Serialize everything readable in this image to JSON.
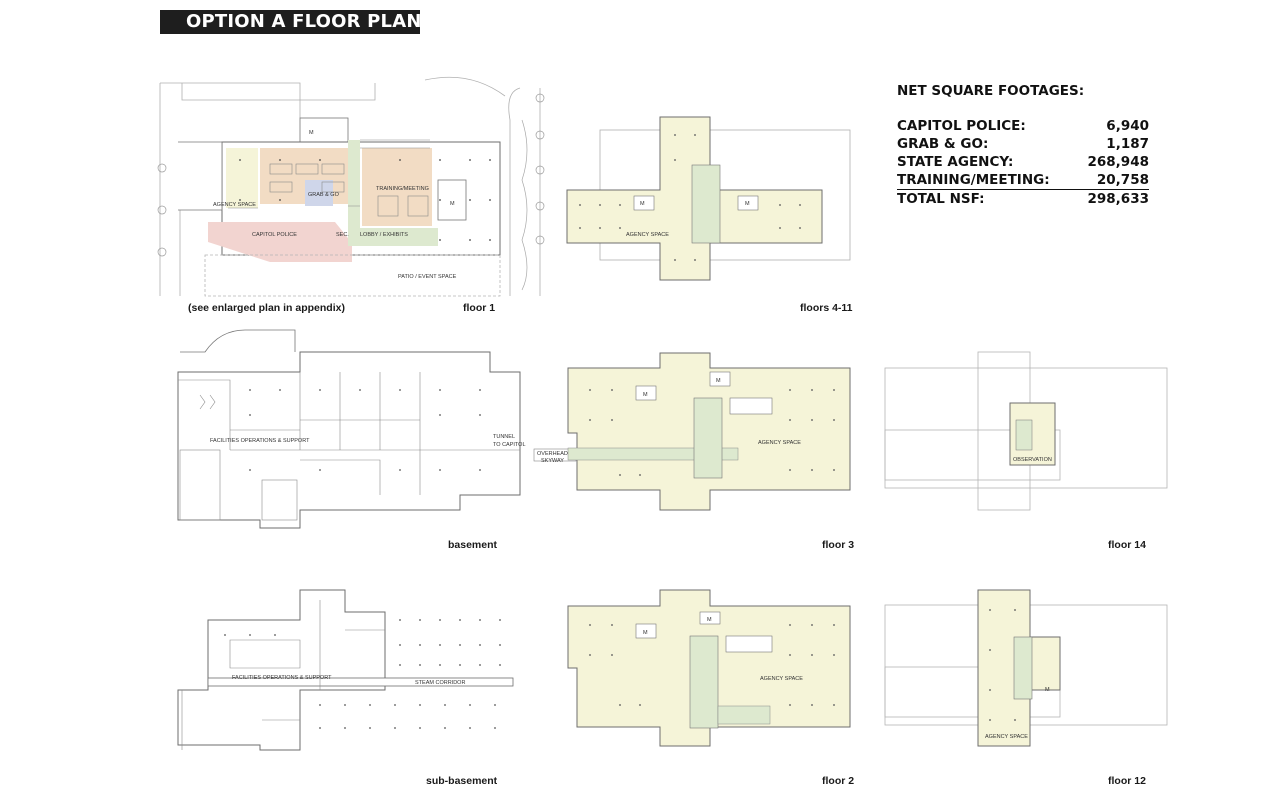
{
  "header": {
    "title": "OPTION A FLOOR PLANS"
  },
  "plans": {
    "floor1": {
      "caption": "floor 1",
      "note": "(see enlarged plan in appendix)",
      "labels": {
        "agency_space": "AGENCY SPACE",
        "capitol_police": "CAPITOL POLICE",
        "grab_go": "GRAB & GO",
        "training_meeting": "TRAINING/MEETING",
        "sec": "SEC.",
        "lobby_exhibits": "LOBBY / EXHIBITS",
        "patio": "PATIO / EVENT SPACE",
        "m": "M"
      }
    },
    "floors_4_11": {
      "caption": "floors 4-11",
      "labels": {
        "agency_space": "AGENCY SPACE",
        "m": "M"
      }
    },
    "basement": {
      "caption": "basement",
      "labels": {
        "facilities": "FACILITIES OPERATIONS & SUPPORT",
        "tunnel_1": "TUNNEL",
        "tunnel_2": "TO CAPITOL"
      }
    },
    "floor3": {
      "caption": "floor 3",
      "labels": {
        "agency_space": "AGENCY SPACE",
        "skyway_1": "OVERHEAD",
        "skyway_2": "SKYWAY",
        "m": "M"
      }
    },
    "floor14": {
      "caption": "floor 14",
      "labels": {
        "observation": "OBSERVATION"
      }
    },
    "sub_basement": {
      "caption": "sub-basement",
      "labels": {
        "facilities": "FACILITIES OPERATIONS & SUPPORT",
        "steam": "STEAM CORRIDOR"
      }
    },
    "floor2": {
      "caption": "floor 2",
      "labels": {
        "agency_space": "AGENCY SPACE",
        "m": "M"
      }
    },
    "floor12": {
      "caption": "floor 12",
      "labels": {
        "agency_space": "AGENCY SPACE",
        "m": "M"
      }
    }
  },
  "nsf": {
    "title": "NET SQUARE FOOTAGES:",
    "rows": [
      {
        "label": "CAPITOL POLICE:",
        "value": "6,940"
      },
      {
        "label": "GRAB & GO:",
        "value": "1,187"
      },
      {
        "label": "STATE AGENCY:",
        "value": "268,948"
      },
      {
        "label": "TRAINING/MEETING:",
        "value": "20,758"
      },
      {
        "label": "TOTAL NSF:",
        "value": "298,633"
      }
    ]
  },
  "colors": {
    "agency": "#f5f4d8",
    "police": "#f2d4d0",
    "training": "#f2dcc4",
    "lobby": "#dde9cf",
    "grab_go": "#cfd6ea",
    "line": "#6e6e6e"
  }
}
